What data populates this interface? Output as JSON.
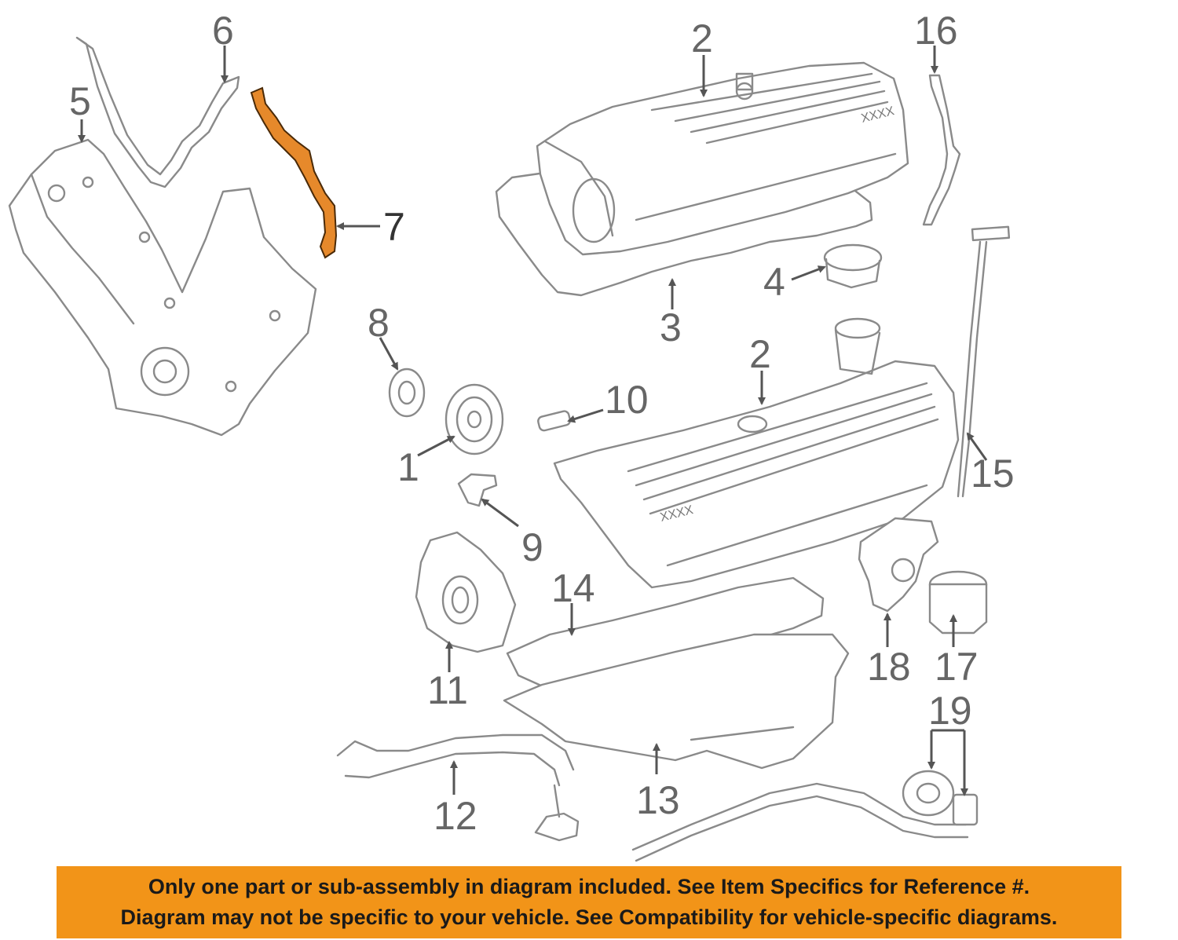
{
  "highlight_color": "#e6892b",
  "banner_color": "#f29418",
  "callouts": {
    "c1": "1",
    "c2a": "2",
    "c2b": "2",
    "c3": "3",
    "c4": "4",
    "c5": "5",
    "c6": "6",
    "c7": "7",
    "c8": "8",
    "c9": "9",
    "c10": "10",
    "c11": "11",
    "c12": "12",
    "c13": "13",
    "c14": "14",
    "c15": "15",
    "c16": "16",
    "c17": "17",
    "c18": "18",
    "c19": "19"
  },
  "cover_label_a": "XXXX",
  "cover_label_b": "XXXX",
  "banner": {
    "line1": "Only one part or sub-assembly in diagram included. See Item Specifics for Reference #.",
    "line2": "Diagram may not be specific to your vehicle. See Compatibility for vehicle-specific diagrams."
  }
}
